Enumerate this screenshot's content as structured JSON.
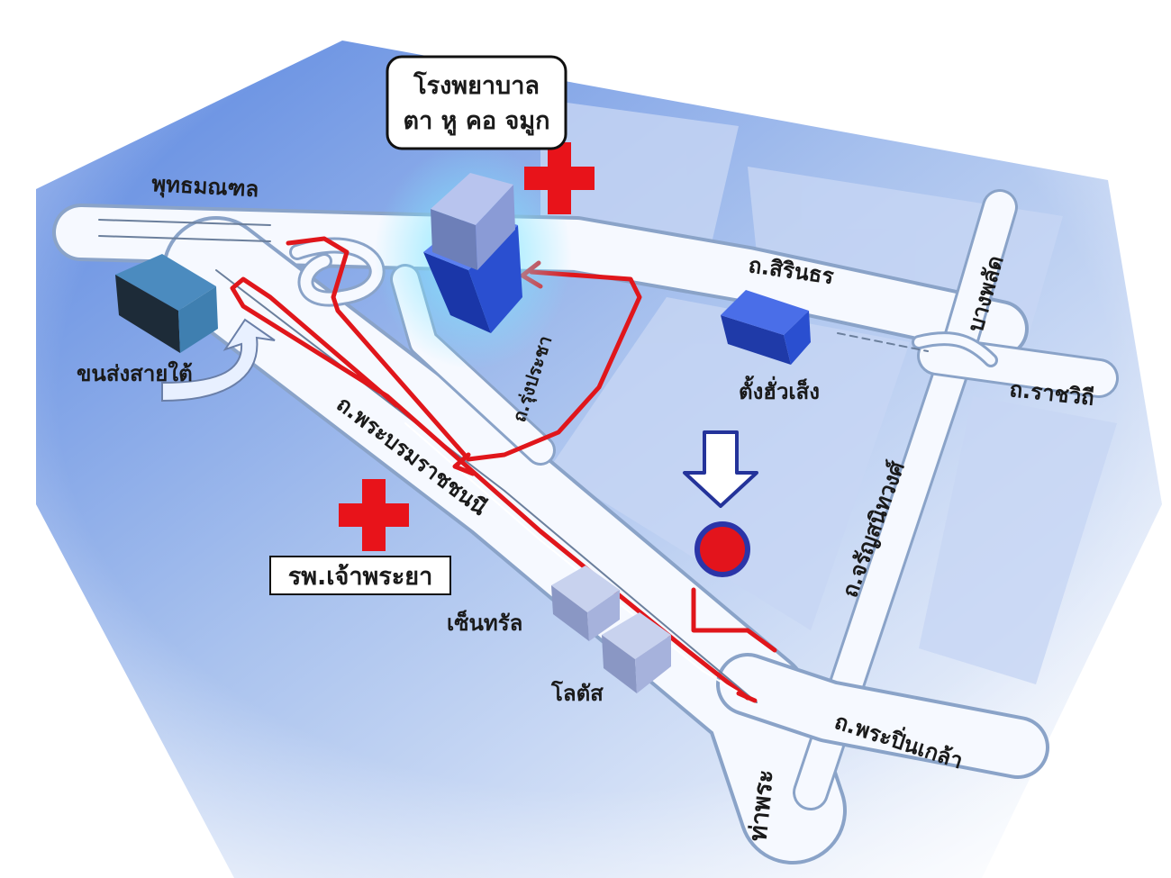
{
  "map": {
    "main_hospital": {
      "line1": "โรงพยาบาล",
      "line2": "ตา หู คอ จมูก"
    },
    "second_hospital": "รพ.เจ้าพระยา",
    "roads": {
      "phutthamonthon": "พุทธมณฑล",
      "sirindhorn": "ถ.สิรินธร",
      "bang_phlat": "บางพลัด",
      "ratchawithi": "ถ.ราชวิถี",
      "rung_prachar": "ถ.รุ่งประชา",
      "phra_borom": "ถ.พระบรมราชชนนี",
      "charan": "ถ.จรัญสนิทวงศ์",
      "phra_pinklao": "ถ.พระปิ่นเกล้า",
      "tha_phra": "ท่าพระ"
    },
    "places": {
      "southern_bus": "ขนส่งสายใต้",
      "tang_hua_seng": "ตั้งฮั่วเส็ง",
      "central": "เซ็นทรัล",
      "lotus": "โลตัส"
    },
    "colors": {
      "route": "#e0161b",
      "cross": "#e8131a",
      "building": "#2a4fd0",
      "marker_fill": "#e3141c",
      "marker_ring": "#2b35a8",
      "arrow": "#24339a"
    }
  }
}
